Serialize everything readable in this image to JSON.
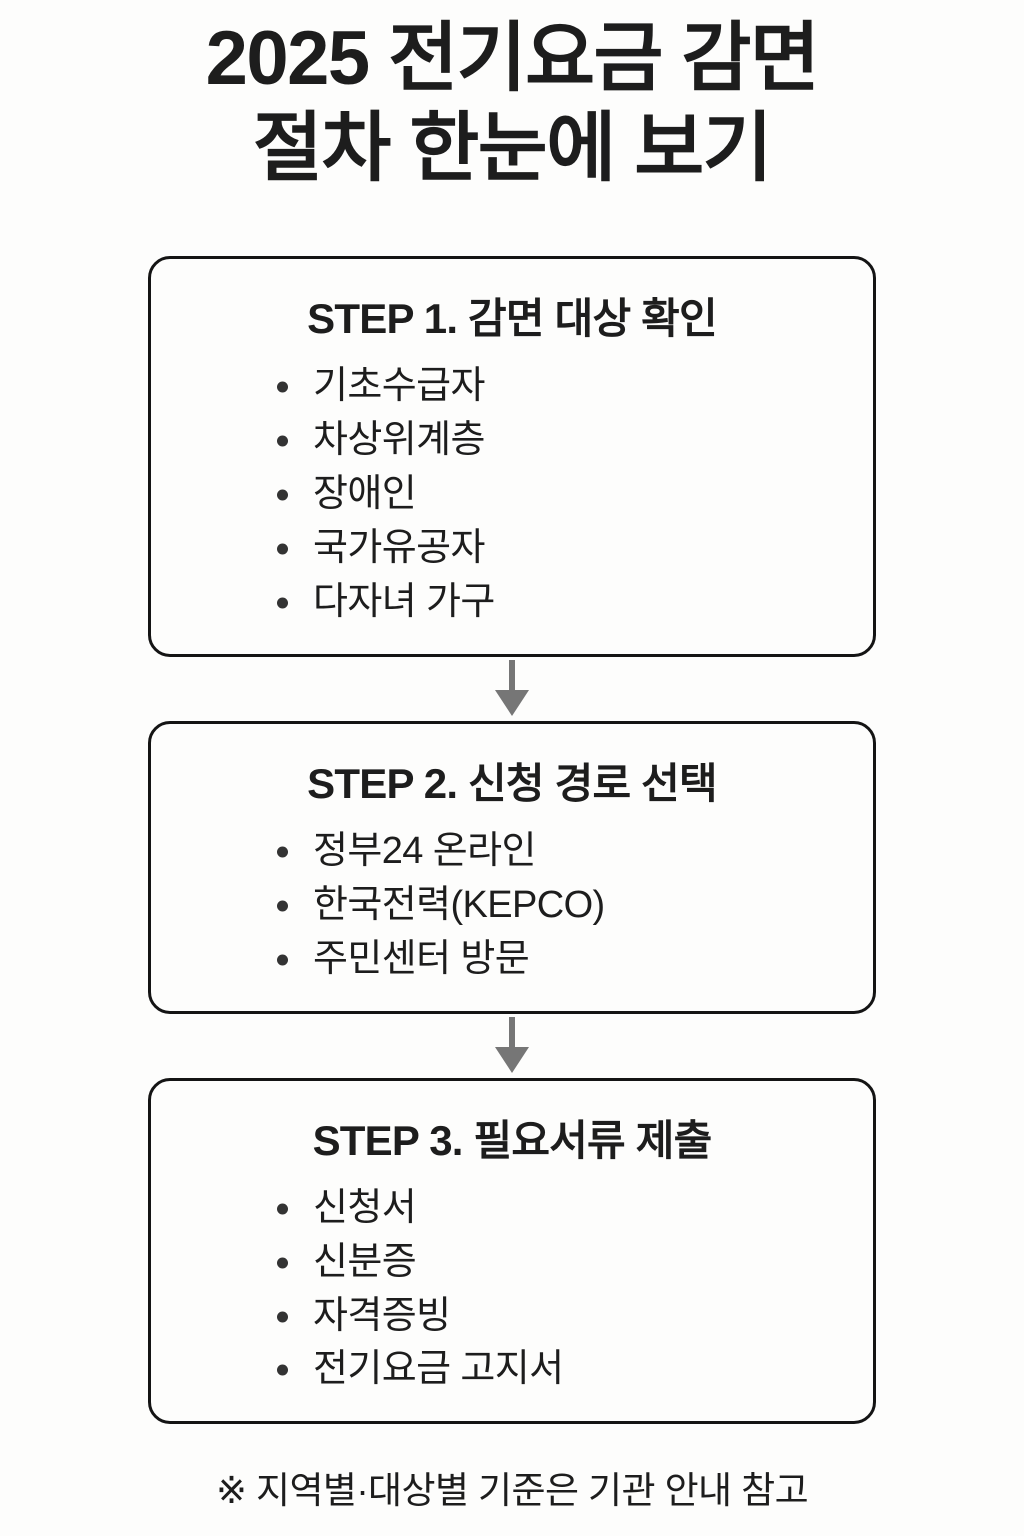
{
  "page": {
    "background_color": "#fdfdfc",
    "text_color": "#1d1d1d",
    "arrow_color": "#767676",
    "border_color": "#141414",
    "bullet_color": "#333333"
  },
  "title": {
    "line1": "2025 전기요금 감면",
    "line2": "절차 한눈에 보기"
  },
  "steps": [
    {
      "heading": "STEP 1. 감면 대상 확인",
      "items": [
        "기초수급자",
        "차상위계층",
        "장애인",
        "국가유공자",
        "다자녀 가구"
      ]
    },
    {
      "heading": "STEP 2. 신청 경로 선택",
      "items": [
        "정부24 온라인",
        "한국전력(KEPCO)",
        "주민센터 방문"
      ]
    },
    {
      "heading": "STEP 3. 필요서류 제출",
      "items": [
        "신청서",
        "신분증",
        "자격증빙",
        "전기요금 고지서"
      ]
    }
  ],
  "connectors": [
    {
      "icon": "arrow-down-icon"
    },
    {
      "icon": "arrow-down-icon"
    }
  ],
  "footnote": "※ 지역별·대상별 기준은 기관 안내 참고"
}
